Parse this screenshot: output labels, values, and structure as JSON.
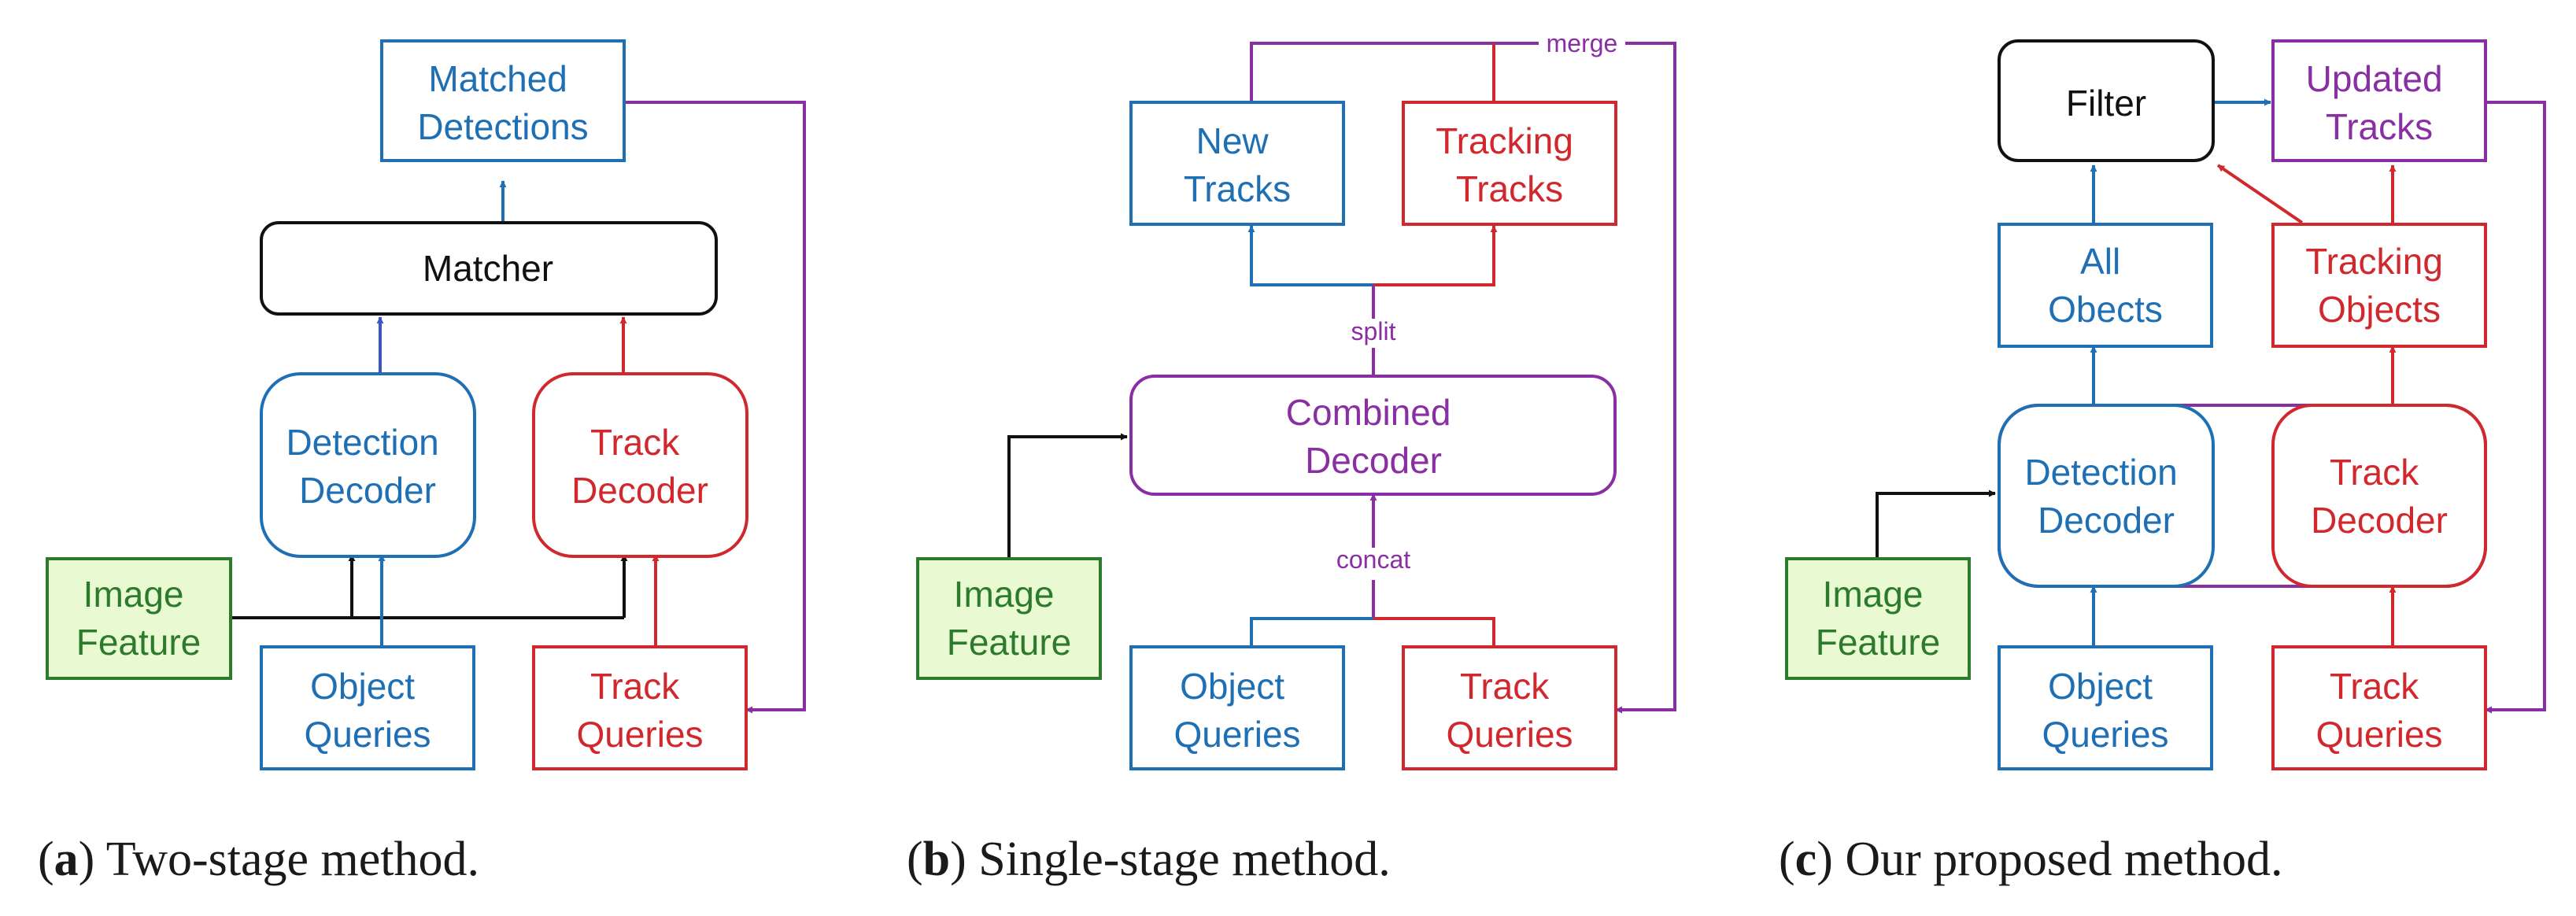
{
  "colors": {
    "blue": "#1f6fb4",
    "red": "#d1282e",
    "purple": "#8a2fa3",
    "green_fill": "#e9f9d2",
    "green_stroke": "#2c7a2c",
    "black": "#111111"
  },
  "panel_a": {
    "matched_detections": [
      "Matched",
      "Detections"
    ],
    "matcher": "Matcher",
    "detection_decoder": [
      "Detection",
      "Decoder"
    ],
    "track_decoder": [
      "Track",
      "Decoder"
    ],
    "image_feature": [
      "Image",
      "Feature"
    ],
    "object_queries": [
      "Object",
      "Queries"
    ],
    "track_queries": [
      "Track",
      "Queries"
    ],
    "caption_letter": "a",
    "caption_text": " Two-stage method."
  },
  "panel_b": {
    "new_tracks": [
      "New",
      "Tracks"
    ],
    "tracking_tracks": [
      "Tracking",
      "Tracks"
    ],
    "merge_label": "merge",
    "split_label": "split",
    "combined_decoder": [
      "Combined",
      "Decoder"
    ],
    "concat_label": "concat",
    "image_feature": [
      "Image",
      "Feature"
    ],
    "object_queries": [
      "Object",
      "Queries"
    ],
    "track_queries": [
      "Track",
      "Queries"
    ],
    "caption_letter": "b",
    "caption_text": " Single-stage method."
  },
  "panel_c": {
    "filter": "Filter",
    "updated_tracks": [
      "Updated",
      "Tracks"
    ],
    "all_objects": [
      "All",
      "Obects"
    ],
    "tracking_objects": [
      "Tracking",
      "Objects"
    ],
    "detection_decoder": [
      "Detection",
      "Decoder"
    ],
    "track_decoder": [
      "Track",
      "Decoder"
    ],
    "image_feature": [
      "Image",
      "Feature"
    ],
    "object_queries": [
      "Object",
      "Queries"
    ],
    "track_queries": [
      "Track",
      "Queries"
    ],
    "caption_letter": "c",
    "caption_text": " Our proposed method."
  }
}
